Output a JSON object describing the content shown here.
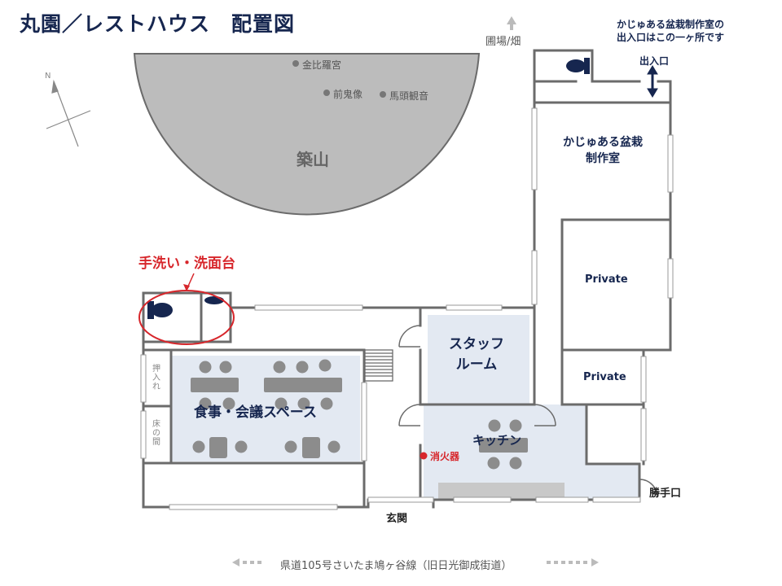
{
  "title": "丸園／レストハウス　配置図",
  "note": {
    "line1": "かじゅある盆栽制作室の",
    "line2": "出入口はこの一ヶ所です"
  },
  "compass": {
    "north": "N"
  },
  "hill": {
    "label": "築山",
    "items": [
      "金比羅宮",
      "前鬼像",
      "馬頭観音"
    ]
  },
  "garden_label": "圃場/畑",
  "entrance_label": "出入口",
  "rooms": {
    "workshop": {
      "line1": "かじゅある盆栽",
      "line2": "制作室"
    },
    "private1": "Private",
    "private2": "Private",
    "staff": {
      "line1": "スタッフ",
      "line2": "ルーム"
    },
    "kitchen": "キッチン",
    "dining": "食事・会議スペース",
    "oshiire": "押入れ",
    "tokonoma": "床の間",
    "genkan": "玄関",
    "backdoor": "勝手口"
  },
  "washbasin_label": "手洗い・洗面台",
  "extinguisher_label": "消火器",
  "road_label": "県道105号さいたま鳩ヶ谷線（旧日光御成街道）",
  "colors": {
    "wall": "#6b6b6b",
    "window": "#9a9a9a",
    "navy": "#16264f",
    "highlight": "#e6ebf3",
    "red": "#d7262b",
    "hill": "#b9b9b9",
    "furniture": "#8a8a8a"
  }
}
